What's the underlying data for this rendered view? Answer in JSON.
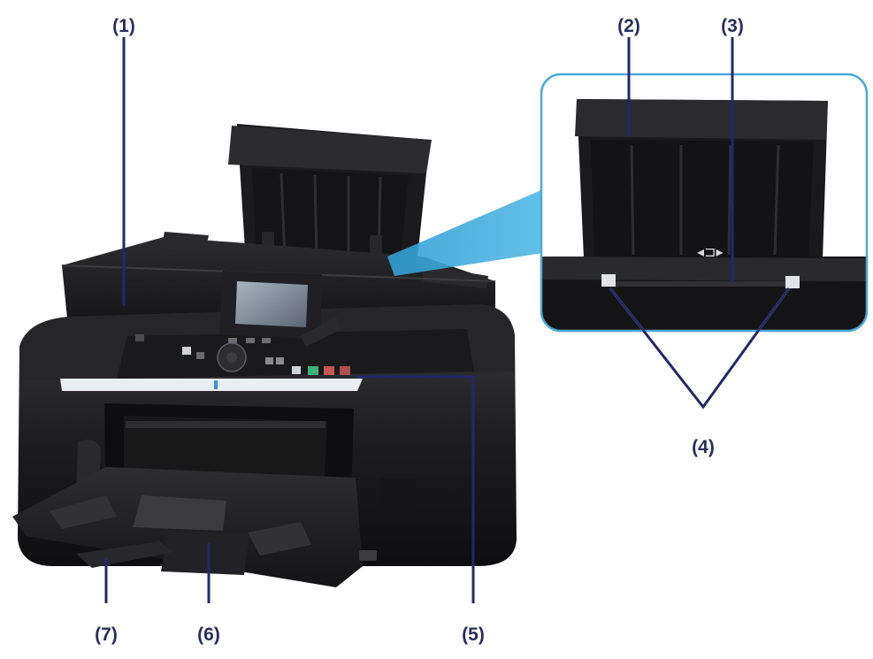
{
  "colors": {
    "leader_line": "#23286a",
    "label_text": "#2a2e5e",
    "printer_body": "#1c1c1e",
    "inset_border": "#4aa8d8",
    "inset_callout": "#3aa6d6"
  },
  "callouts": [
    {
      "id": "1",
      "label": "(1)"
    },
    {
      "id": "2",
      "label": "(2)"
    },
    {
      "id": "3",
      "label": "(3)"
    },
    {
      "id": "4",
      "label": "(4)"
    },
    {
      "id": "5",
      "label": "(5)"
    },
    {
      "id": "6",
      "label": "(6)"
    },
    {
      "id": "7",
      "label": "(7)"
    }
  ]
}
